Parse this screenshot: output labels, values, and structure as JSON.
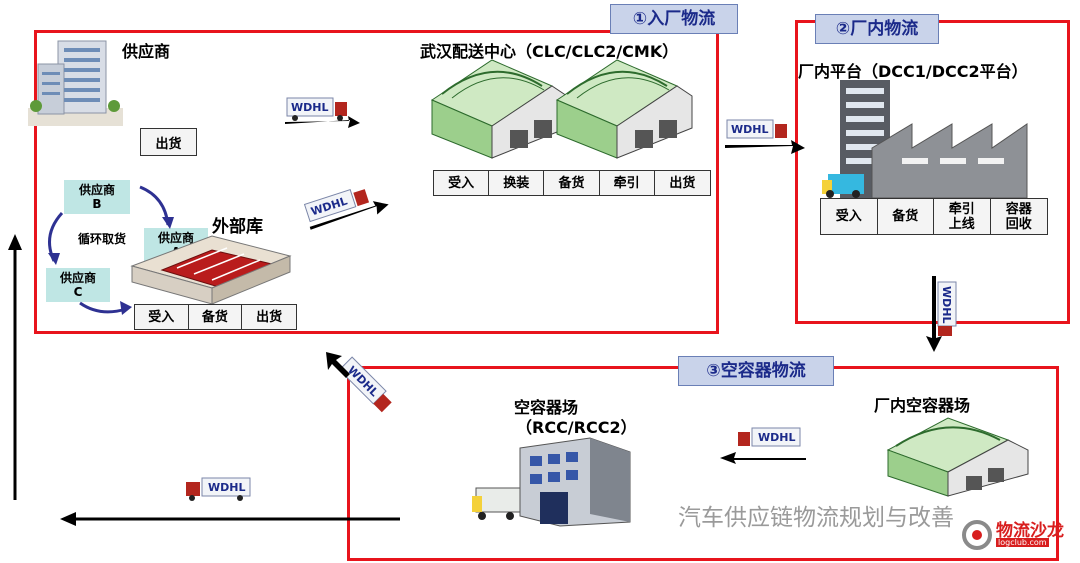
{
  "sections": {
    "inbound": {
      "tag": "①入厂物流"
    },
    "inplant": {
      "tag": "②厂内物流"
    },
    "empty": {
      "tag": "③空容器物流"
    }
  },
  "supplier": {
    "title": "供应商",
    "ship_label": "出货"
  },
  "wuhan_dc": {
    "title": "武汉配送中心（CLC/CLC2/CMK）",
    "steps": [
      "受入",
      "换装",
      "备货",
      "牵引",
      "出货"
    ]
  },
  "external_warehouse": {
    "title": "外部库",
    "steps": [
      "受入",
      "备货",
      "出货"
    ]
  },
  "milk_run": {
    "label": "循环取货",
    "suppliers": [
      "供应商\nB",
      "供应商\nA",
      "供应商\nC"
    ]
  },
  "plant_platform": {
    "title": "厂内平台（DCC1/DCC2平台）",
    "steps": [
      "受入",
      "备货",
      "牵引\n上线",
      "容器\n回收"
    ]
  },
  "empty_yard": {
    "title_line1": "空容器场",
    "title_line2": "（RCC/RCC2）"
  },
  "plant_empty_yard": {
    "title": "厂内空容器场"
  },
  "truck_label": "WDHL",
  "watermark": {
    "text": "汽车供应链物流规划与改善",
    "logo_text": "物流沙龙",
    "logo_sub": "logclub.com"
  },
  "colors": {
    "frame": "#e8141c",
    "tag_bg": "#c9d3ea",
    "tag_text": "#1b2a8a",
    "supplier_bg": "#bfe6e4",
    "arrow": "#2e3192"
  }
}
